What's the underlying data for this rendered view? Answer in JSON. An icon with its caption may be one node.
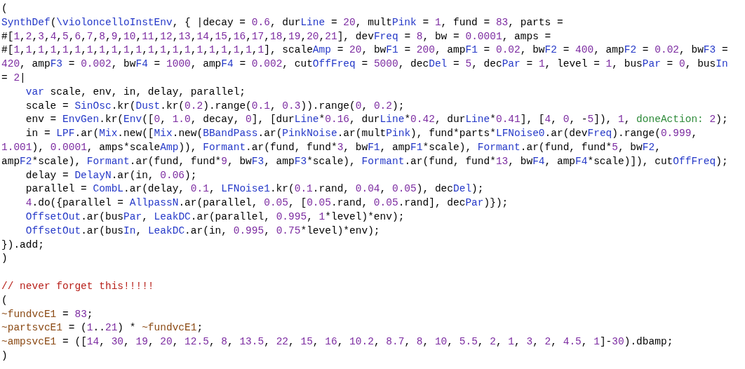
{
  "diagram": {
    "labels": [
      "(",
      "SynthDef(\\violoncelloInstEnv, { |decay = 0.6, durLine = 20, multPink = 1, fund = 83, parts =",
      "#[1,2,3,4,5,6,7,8,9,10,11,12,13,14,15,16,17,18,19,20,21], devFreq = 8, bw = 0.0001, amps =",
      "#[1,1,1,1,1,1,1,1,1,1,1,1,1,1,1,1,1,1,1,1,1], scaleAmp = 20, bwF1 = 200, ampF1 = 0.02, bwF2 = 400, ampF2 = 0.02, bwF3 =",
      "420, ampF3 = 0.002, bwF4 = 1000, ampF4 = 0.002, cutOffFreq = 5000, decDel = 5, decPar = 1, level = 1, busPar = 0, busIn",
      "= 2|",
      "    var scale, env, in, delay, parallel;",
      "    scale = SinOsc.kr(Dust.kr(0.2).range(0.1, 0.3)).range(0, 0.2);",
      "    env = EnvGen.kr(Env([0, 1.0, decay, 0], [durLine*0.16, durLine*0.42, durLine*0.41], [4, 0, -5]), 1, doneAction: 2);",
      "    in = LPF.ar(Mix.new([Mix.new(BBandPass.ar(PinkNoise.ar(multPink), fund*parts*LFNoise0.ar(devFreq).range(0.999,",
      "1.001), 0.0001, amps*scaleAmp)), Formant.ar(fund, fund*3, bwF1, ampF1*scale), Formant.ar(fund, fund*5, bwF2,",
      "ampF2*scale), Formant.ar(fund, fund*9, bwF3, ampF3*scale), Formant.ar(fund, fund*13, bwF4, ampF4*scale)]), cutOffFreq);",
      "    delay = DelayN.ar(in, 0.06);",
      "    parallel = CombL.ar(delay, 0.1, LFNoise1.kr(0.1.rand, 0.04, 0.05), decDel);",
      "    4.do({parallel = AllpassN.ar(parallel, 0.05, [0.05.rand, 0.05.rand], decPar)});",
      "    OffsetOut.ar(busPar, LeakDC.ar(parallel, 0.995, 1*level)*env);",
      "    OffsetOut.ar(busIn, LeakDC.ar(in, 0.995, 0.75*level)*env);",
      "}).add;",
      ")",
      "// never forget this!!!!!",
      "(",
      "~fundvcE1 = 83;",
      "~partsvcE1 = (1..21) * ~fundvcE1;",
      "~ampsvcE1 = ([14, 30, 19, 20, 12.5, 8, 13.5, 22, 15, 16, 10.2, 8.7, 8, 10, 5.5, 2, 1, 3, 2, 4.5, 1]-30).dbamp;",
      ")"
    ]
  }
}
